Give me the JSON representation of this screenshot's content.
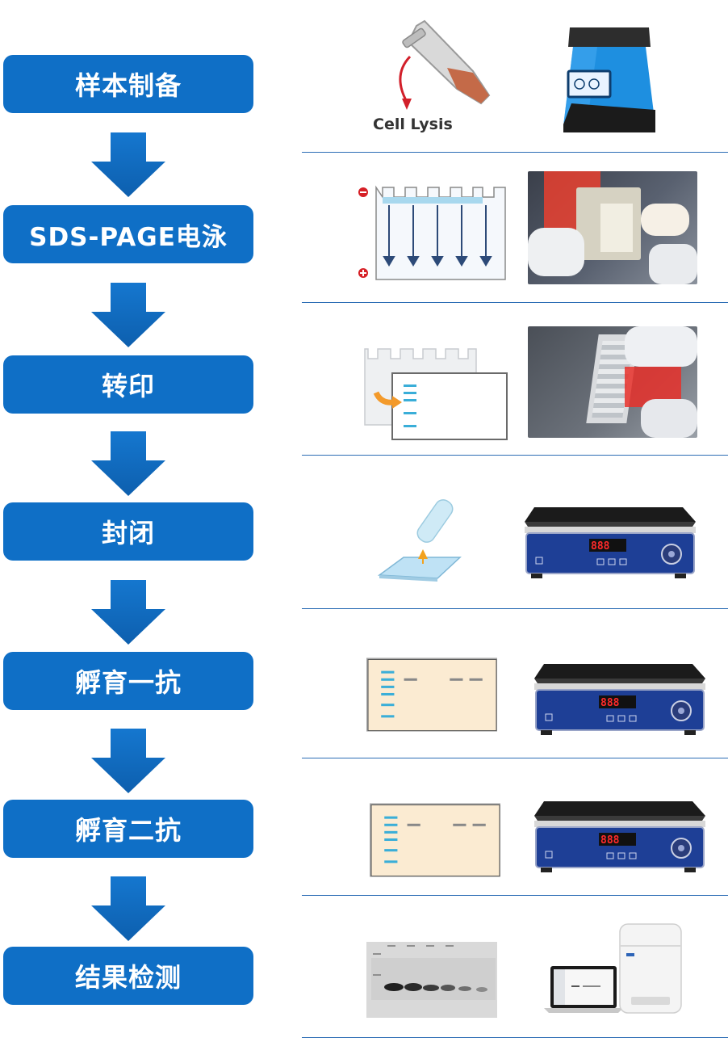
{
  "steps": [
    {
      "label": "样本制备"
    },
    {
      "label": "SDS-PAGE电泳"
    },
    {
      "label": "转印"
    },
    {
      "label": "封闭"
    },
    {
      "label": "孵育一抗"
    },
    {
      "label": "孵育二抗"
    },
    {
      "label": "结果检测"
    }
  ],
  "illustrations": {
    "cell_lysis_label": "Cell Lysis"
  },
  "colors": {
    "step_blue": "#0f6fc6",
    "divider": "#2c6db5",
    "band_cyan": "#3aaed8"
  }
}
